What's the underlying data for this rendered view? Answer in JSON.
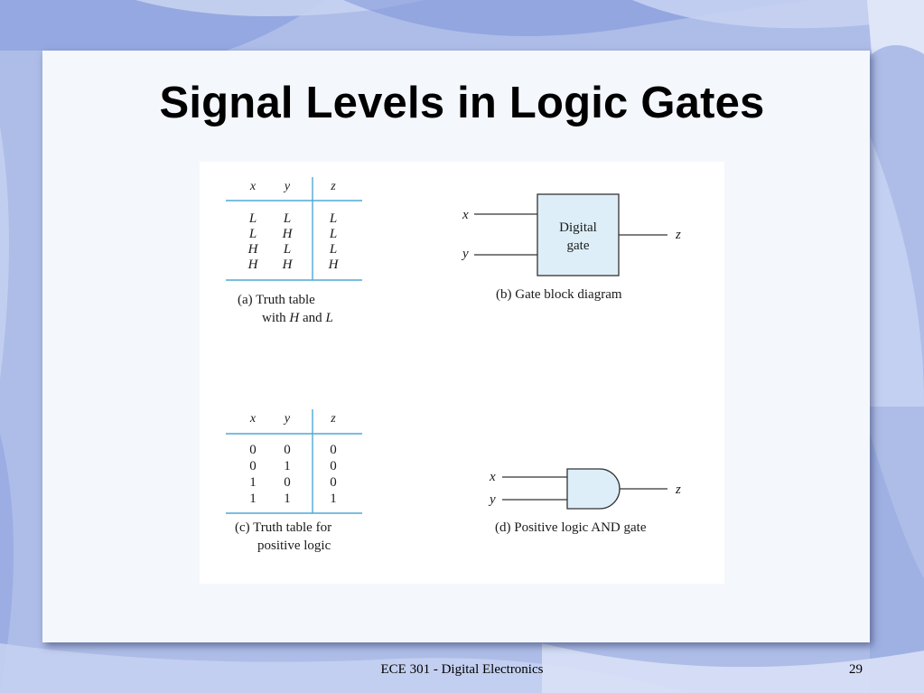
{
  "slide": {
    "title": "Signal Levels in Logic Gates",
    "footer_course": "ECE 301 - Digital Electronics",
    "page_number": "29"
  },
  "table_a": {
    "headers": [
      "x",
      "y",
      "z"
    ],
    "rows": [
      [
        "L",
        "L",
        "L"
      ],
      [
        "L",
        "H",
        "L"
      ],
      [
        "H",
        "L",
        "L"
      ],
      [
        "H",
        "H",
        "H"
      ]
    ],
    "caption_line1": "(a) Truth table",
    "caption_line2_prefix": "with ",
    "caption_line2_h": "H",
    "caption_line2_and": " and ",
    "caption_line2_l": "L"
  },
  "diagram_b": {
    "input1": "x",
    "input2": "y",
    "output": "z",
    "box_line1": "Digital",
    "box_line2": "gate",
    "box_fill": "#ddeef8",
    "caption": "(b) Gate block diagram"
  },
  "table_c": {
    "headers": [
      "x",
      "y",
      "z"
    ],
    "rows": [
      [
        "0",
        "0",
        "0"
      ],
      [
        "0",
        "1",
        "0"
      ],
      [
        "1",
        "0",
        "0"
      ],
      [
        "1",
        "1",
        "1"
      ]
    ],
    "caption_line1": "(c) Truth table for",
    "caption_line2": "positive logic"
  },
  "diagram_d": {
    "input1": "x",
    "input2": "y",
    "output": "z",
    "gate_fill": "#ddeef8",
    "caption": "(d) Positive logic AND gate"
  },
  "colors": {
    "table_rule": "#4fa8d8"
  }
}
